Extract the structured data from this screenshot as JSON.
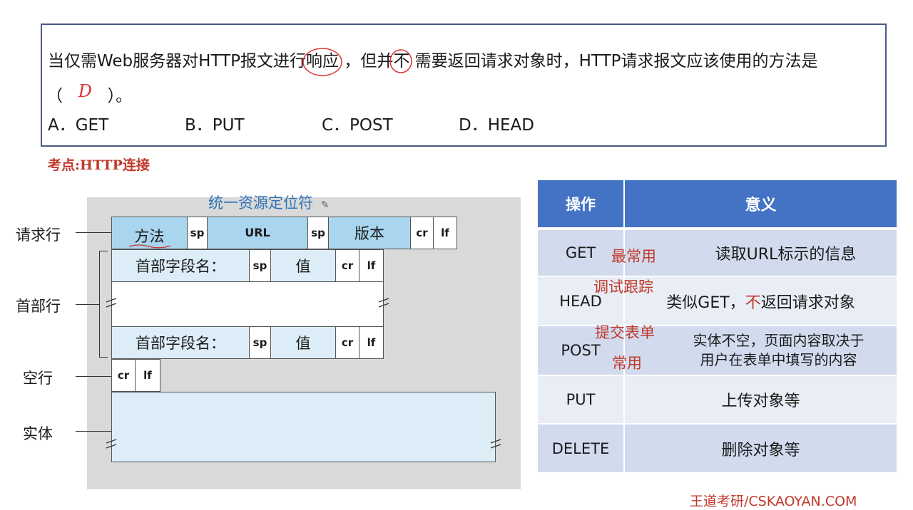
{
  "question": {
    "line1_pre": "当仅需Web服务器对HTTP报文进行",
    "line1_k1": "响应",
    "line1_mid": "，但并",
    "line1_k2": "不",
    "line1_post": "需要返回请求对象时，HTTP请求报文应该使用的方法是",
    "paren_open": "（",
    "answer_mark": "D",
    "paren_close": "）。",
    "options": [
      "A．GET",
      "B．PUT",
      "C．POST",
      "D．HEAD"
    ]
  },
  "topic": "考点:HTTP连接",
  "diagram": {
    "url_note": "统一资源定位符",
    "row_labels": {
      "request_line": "请求行",
      "header_lines": "首部行",
      "blank_line": "空行",
      "body": "实体"
    },
    "request_line": {
      "method": "方法",
      "sp1": "sp",
      "url": "URL",
      "sp2": "sp",
      "version": "版本",
      "cr": "cr",
      "lf": "lf"
    },
    "header_row": {
      "field": "首部字段名：",
      "sp": "sp",
      "value": "值",
      "cr": "cr",
      "lf": "lf"
    },
    "blank": {
      "cr": "cr",
      "lf": "lf"
    }
  },
  "table": {
    "headers": [
      "操作",
      "意义"
    ],
    "rows": [
      {
        "op": "GET",
        "meaning": "读取URL标示的信息",
        "note": "最常用"
      },
      {
        "op": "HEAD",
        "meaning_pre": "类似GET，",
        "meaning_red": "不",
        "meaning_post": "返回请求对象",
        "note": "调试跟踪"
      },
      {
        "op": "POST",
        "meaning_l1": "实体不空，页面内容取决于",
        "meaning_l2": "用户在表单中填写的内容",
        "note_top": "提交表单",
        "note_bottom": "常用"
      },
      {
        "op": "PUT",
        "meaning": "上传对象等"
      },
      {
        "op": "DELETE",
        "meaning": "删除对象等"
      }
    ]
  },
  "footer": "王道考研/CSKAOYAN.COM",
  "colors": {
    "border": "#4a5a86",
    "red_note": "#c0392b",
    "table_header": "#4472c4",
    "cell_blue": "#a9d5ee",
    "url_note": "#2e74b5"
  }
}
